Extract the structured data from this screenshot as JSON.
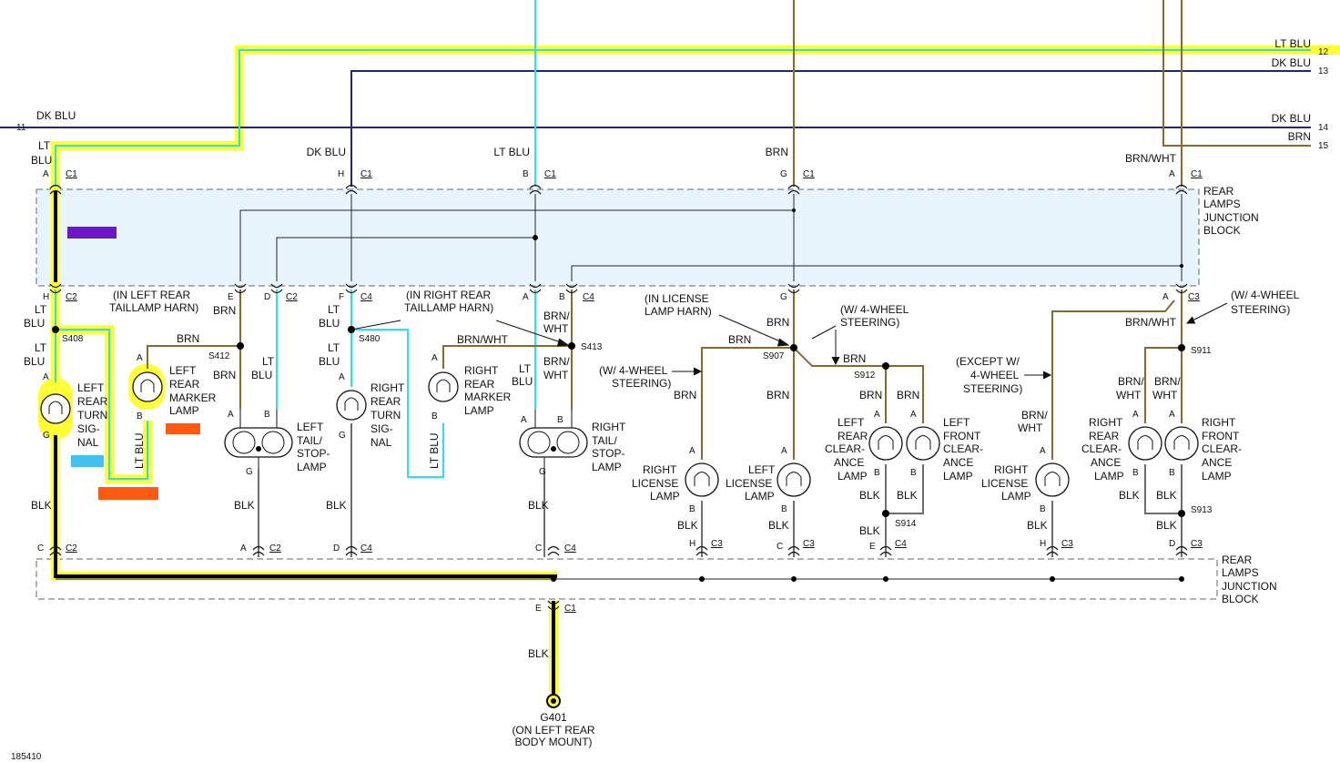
{
  "diagram_id": "185410",
  "junction_block_label": [
    "REAR",
    "LAMPS",
    "JUNCTION",
    "BLOCK"
  ],
  "circuits": [
    {
      "num": "11",
      "color": "DK BLU"
    },
    {
      "num": "12",
      "color": "LT BLU"
    },
    {
      "num": "13",
      "color": "DK BLU"
    },
    {
      "num": "14",
      "color": "DK BLU"
    },
    {
      "num": "15",
      "color": "BRN"
    }
  ],
  "splices": [
    "S408",
    "S412",
    "S480",
    "S413",
    "S907",
    "S912",
    "S914",
    "S911",
    "S913"
  ],
  "notes": {
    "left_rear_harn": [
      "(IN LEFT REAR",
      "TAILLAMP HARN)"
    ],
    "right_rear_harn": [
      "(IN RIGHT REAR",
      "TAILLAMP HARN)"
    ],
    "license_harn": [
      "(IN LICENSE",
      "LAMP HARN)"
    ],
    "four_wheel_a": [
      "(W/ 4-WHEEL",
      "STEERING)"
    ],
    "four_wheel_b": [
      "(W/ 4-WHEEL",
      "STEERING)"
    ],
    "four_wheel_c": [
      "(W/ 4-WHEEL",
      "STEERING)"
    ],
    "except_four_wheel": [
      "(EXCEPT W/",
      "4-WHEEL",
      "STEERING)"
    ]
  },
  "lamps": {
    "left_turn": [
      "LEFT",
      "REAR",
      "TURN",
      "SIG-",
      "NAL"
    ],
    "left_marker": [
      "LEFT",
      "REAR",
      "MARKER",
      "LAMP"
    ],
    "left_tail": [
      "LEFT",
      "TAIL/",
      "STOP-",
      "LAMP"
    ],
    "right_turn": [
      "RIGHT",
      "REAR",
      "TURN",
      "SIG-",
      "NAL"
    ],
    "right_marker": [
      "RIGHT",
      "REAR",
      "MARKER",
      "LAMP"
    ],
    "right_tail": [
      "RIGHT",
      "TAIL/",
      "STOP-",
      "LAMP"
    ],
    "right_license": [
      "RIGHT",
      "LICENSE",
      "LAMP"
    ],
    "left_license": [
      "LEFT",
      "LICENSE",
      "LAMP"
    ],
    "left_rear_clear": [
      "LEFT",
      "REAR",
      "CLEAR-",
      "ANCE",
      "LAMP"
    ],
    "left_front_clear": [
      "LEFT",
      "FRONT",
      "CLEAR-",
      "ANCE",
      "LAMP"
    ],
    "right_license_2": [
      "RIGHT",
      "LICENSE",
      "LAMP"
    ],
    "right_rear_clear": [
      "RIGHT",
      "REAR",
      "CLEAR-",
      "ANCE",
      "LAMP"
    ],
    "right_front_clear": [
      "RIGHT",
      "FRONT",
      "CLEAR-",
      "ANCE",
      "LAMP"
    ]
  },
  "ground": {
    "id": "G401",
    "location": [
      "(ON LEFT REAR",
      "BODY MOUNT)"
    ]
  },
  "colors": {
    "dk_blu": "#1a2a7a",
    "lt_blu": "#29e0f0",
    "brn": "#8a6a2a",
    "blk": "#6e6e6e",
    "highlight_yellow": "#ffff33",
    "block_fill": "#e8f4fc",
    "mark_purple": "#6a18c8",
    "mark_blue": "#44c0f0",
    "mark_orange": "#ff5a12"
  },
  "labels": {
    "dk_blu": "DK BLU",
    "lt_blu": "LT BLU",
    "lt": "LT",
    "blu": "BLU",
    "brn": "BRN",
    "brn_wht": "BRN/WHT",
    "brn_slash": "BRN/",
    "wht": "WHT",
    "blk": "BLK",
    "c1": "C1",
    "c2": "C2",
    "c3": "C3",
    "c4": "C4"
  }
}
